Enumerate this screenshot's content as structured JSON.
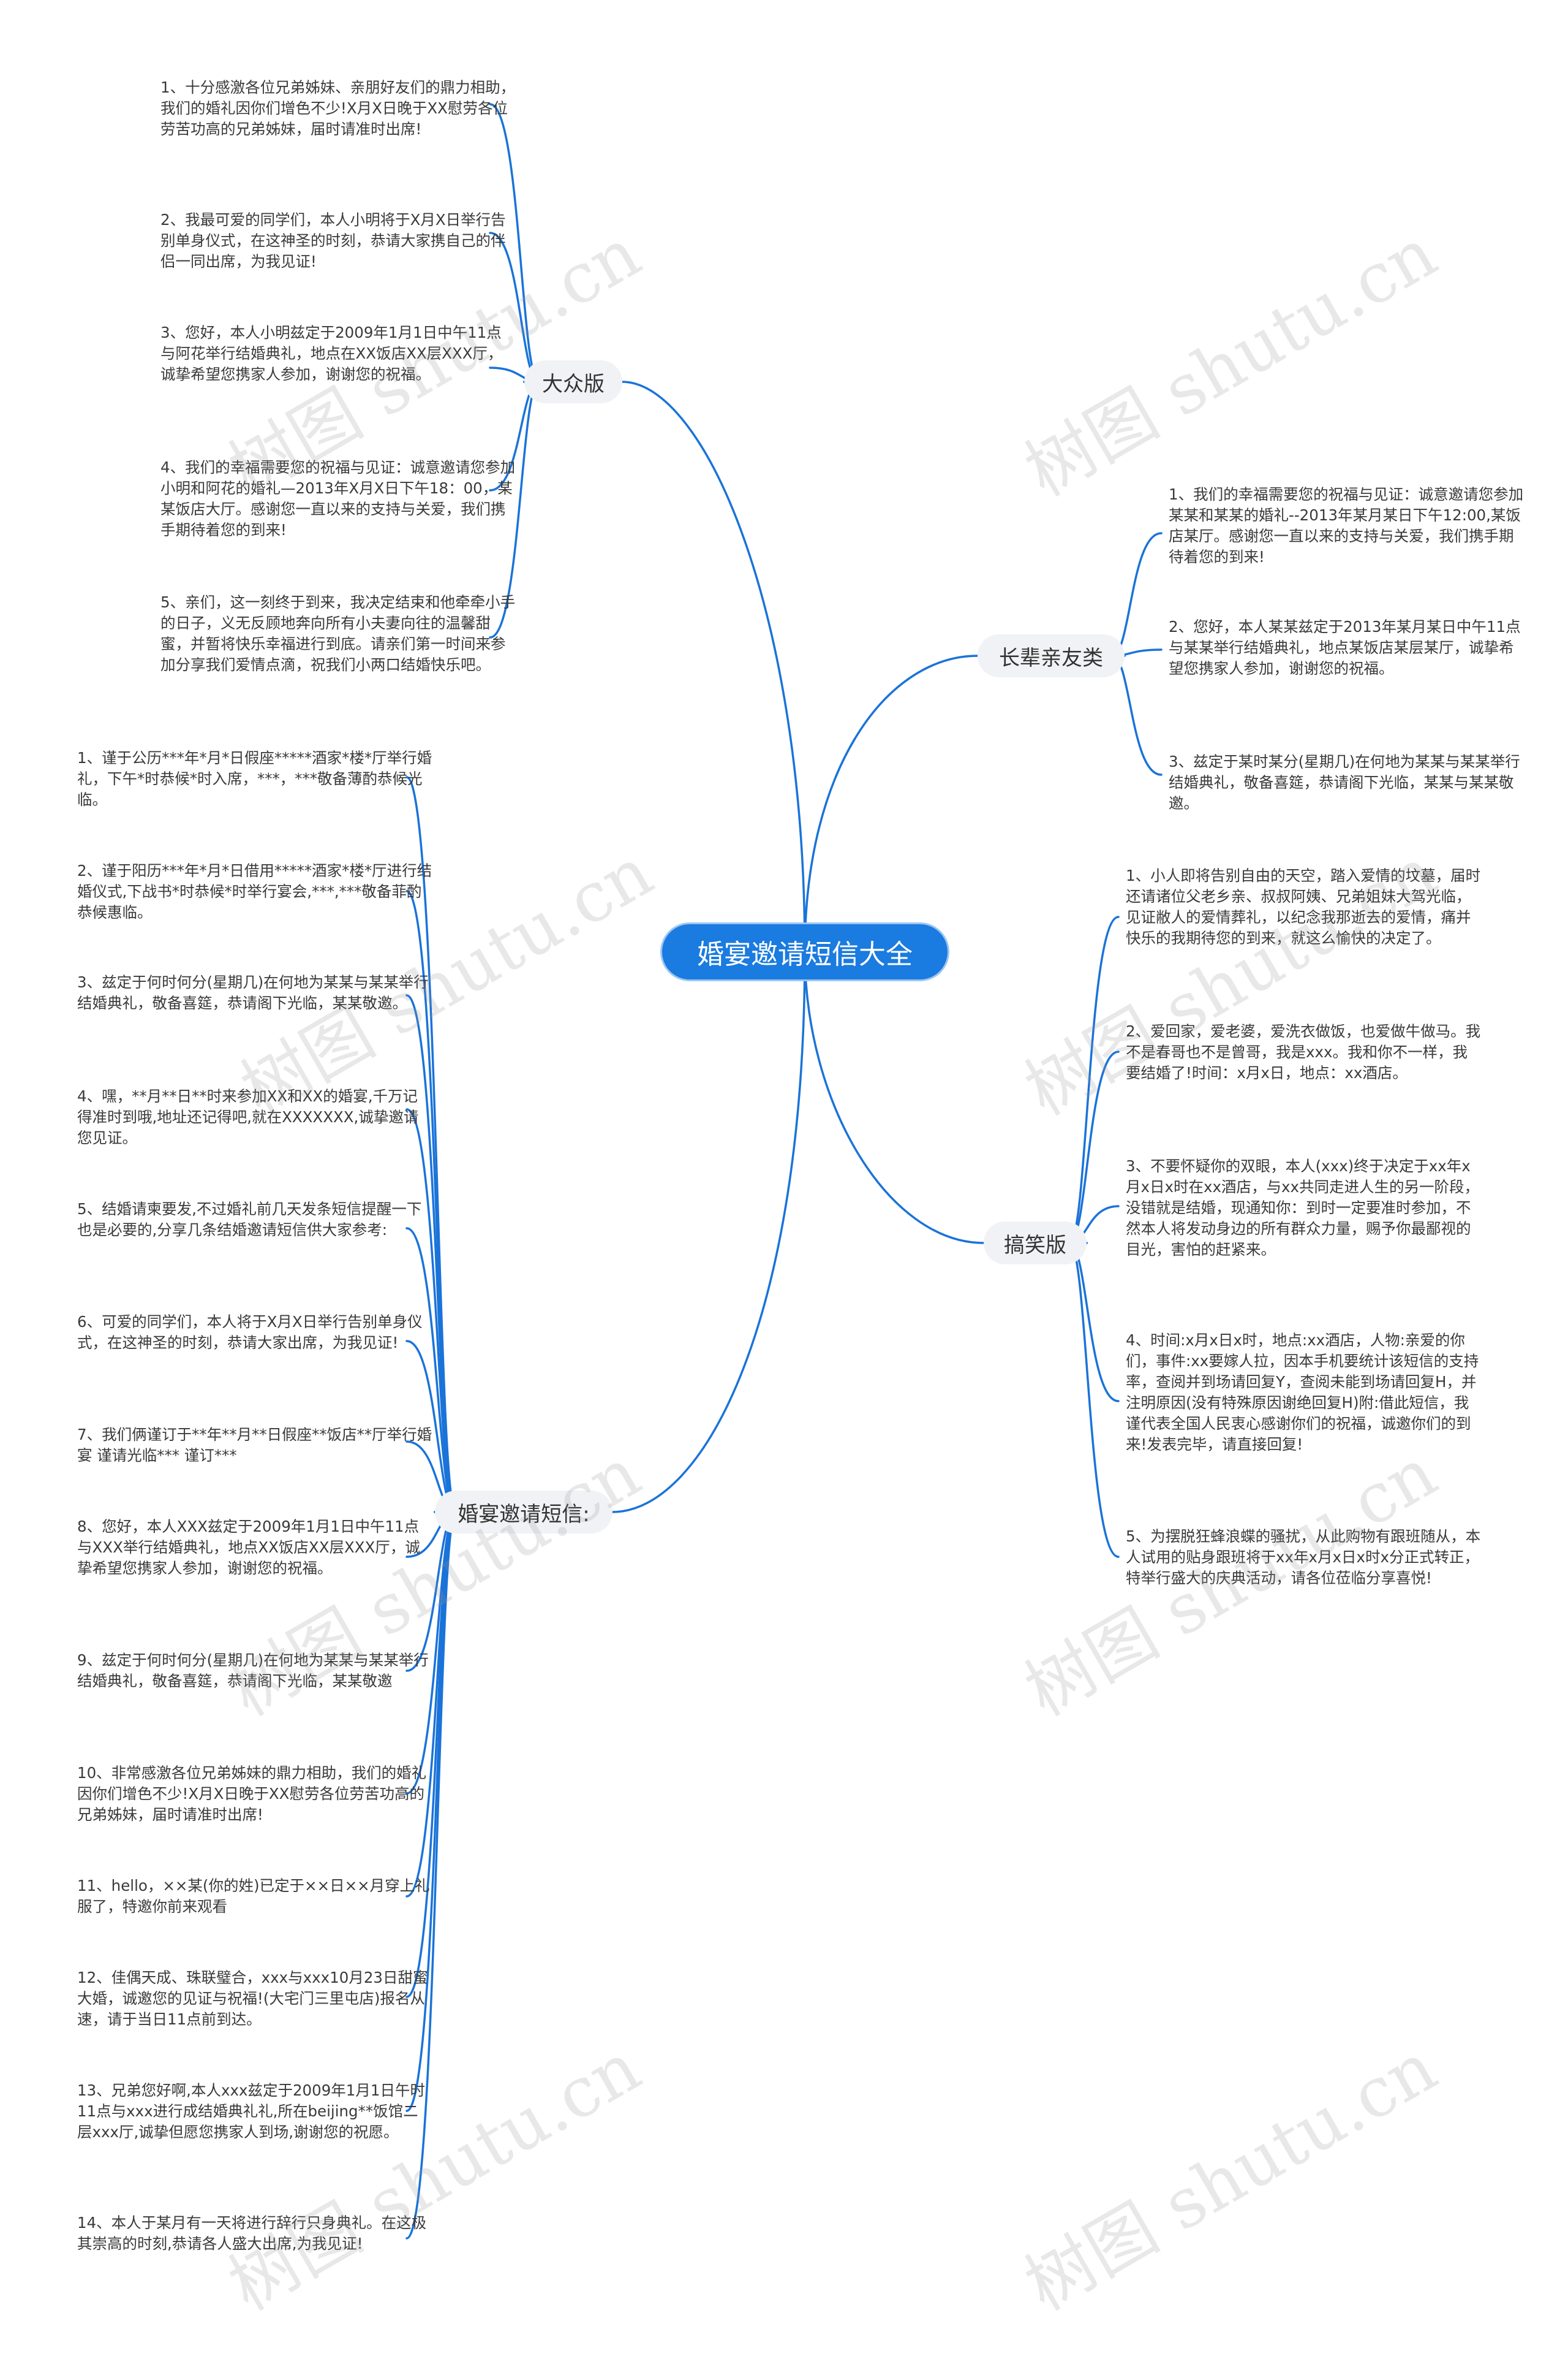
{
  "root": {
    "title": "婚宴邀请短信大全"
  },
  "watermark": "树图 shutu.cn",
  "colors": {
    "line": "#1a73d9",
    "root_fill": "#1a7be0",
    "branch_fill": "#f0f2f5"
  },
  "branches": {
    "dazhong": {
      "label": "大众版",
      "items": [
        "1、十分感激各位兄弟姊妹、亲朋好友们的鼎力相助，我们的婚礼因你们增色不少!X月X日晚于XX慰劳各位劳苦功高的兄弟姊妹，届时请准时出席!",
        "2、我最可爱的同学们，本人小明将于X月X日举行告别单身仪式，在这神圣的时刻，恭请大家携自己的伴侣一同出席，为我见证!",
        "3、您好，本人小明兹定于2009年1月1日中午11点与阿花举行结婚典礼，地点在XX饭店XX层XXX厅，诚挚希望您携家人参加，谢谢您的祝福。",
        "4、我们的幸福需要您的祝福与见证：诚意邀请您参加小明和阿花的婚礼—2013年X月X日下午18：00，某某饭店大厅。感谢您一直以来的支持与关爱，我们携手期待着您的到来!",
        "5、亲们，这一刻终于到来，我决定结束和他牵牵小手的日子，义无反顾地奔向所有小夫妻向往的温馨甜蜜，并暂将快乐幸福进行到底。请亲们第一时间来参加分享我们爱情点滴，祝我们小两口结婚快乐吧。"
      ]
    },
    "changbei": {
      "label": "长辈亲友类",
      "items": [
        "1、我们的幸福需要您的祝福与见证：诚意邀请您参加某某和某某的婚礼--2013年某月某日下午12:00,某饭店某厅。感谢您一直以来的支持与关爱，我们携手期待着您的到来!",
        "2、您好，本人某某兹定于2013年某月某日中午11点与某某举行结婚典礼，地点某饭店某层某厅，诚挚希望您携家人参加，谢谢您的祝福。",
        "3、兹定于某时某分(星期几)在何地为某某与某某举行结婚典礼，敬备喜筵，恭请阁下光临，某某与某某敬邀。"
      ]
    },
    "gaoxiao": {
      "label": "搞笑版",
      "items": [
        "1、小人即将告别自由的天空，踏入爱情的坟墓，届时还请诸位父老乡亲、叔叔阿姨、兄弟姐妹大驾光临，见证敝人的爱情葬礼，以纪念我那逝去的爱情，痛并快乐的我期待您的到来，就这么愉快的决定了。",
        "2、爱回家，爱老婆，爱洗衣做饭，也爱做牛做马。我不是春哥也不是曾哥，我是xxx。我和你不一样，我要结婚了!时间：x月x日，地点：xx酒店。",
        "3、不要怀疑你的双眼，本人(xxx)终于决定于xx年x月x日x时在xx酒店，与xx共同走进人生的另一阶段，没错就是结婚，现通知你：到时一定要准时参加，不然本人将发动身边的所有群众力量，赐予你最鄙视的目光，害怕的赶紧来。",
        "4、时间:x月x日x时，地点:xx酒店，人物:亲爱的你们，事件:xx要嫁人拉，因本手机要统计该短信的支持率，查阅并到场请回复Y，查阅未能到场请回复H，并注明原因(没有特殊原因谢绝回复H)附:借此短信，我谨代表全国人民衷心感谢你们的祝福，诚邀你们的到来!发表完毕，请直接回复!",
        "5、为摆脱狂蜂浪蝶的骚扰，从此购物有跟班随从，本人试用的贴身跟班将于xx年x月x日x时x分正式转正，特举行盛大的庆典活动，请各位莅临分享喜悦!"
      ]
    },
    "hunyan": {
      "label": "婚宴邀请短信:",
      "items": [
        "1、谨于公历***年*月*日假座*****酒家*楼*厅举行婚礼，下午*时恭候*时入席，***，***敬备薄酌恭候光临。",
        "2、谨于阳历***年*月*日借用*****酒家*楼*厅进行结婚仪式,下战书*时恭候*时举行宴会,***,***敬备菲酌恭候惠临。",
        "3、兹定于何时何分(星期几)在何地为某某与某某举行结婚典礼，敬备喜筵，恭请阁下光临，某某敬邀。",
        "4、嘿，**月**日**时来参加XX和XX的婚宴,千万记得准时到哦,地址还记得吧,就在XXXXXXX,诚挚邀请您见证。",
        "5、结婚请柬要发,不过婚礼前几天发条短信提醒一下也是必要的,分享几条结婚邀请短信供大家参考:",
        "6、可爱的同学们，本人将于X月X日举行告别单身仪式，在这神圣的时刻，恭请大家出席，为我见证!",
        "7、我们俩谨订于**年**月**日假座**饭店**厅举行婚宴 谨请光临*** 谨订***",
        "8、您好，本人XXX兹定于2009年1月1日中午11点与XXX举行结婚典礼，地点XX饭店XX层XXX厅，诚挚希望您携家人参加，谢谢您的祝福。",
        "9、兹定于何时何分(星期几)在何地为某某与某某举行结婚典礼，敬备喜筵，恭请阁下光临，某某敬邀",
        "10、非常感激各位兄弟姊妹的鼎力相助，我们的婚礼因你们增色不少!X月X日晚于XX慰劳各位劳苦功高的兄弟姊妹，届时请准时出席!",
        "11、hello，××某(你的姓)已定于××日××月穿上礼服了，特邀你前来观看",
        "12、佳偶天成、珠联璧合，xxx与xxx10月23日甜蜜大婚，诚邀您的见证与祝福!(大宅门三里屯店)报名从速，请于当日11点前到达。",
        "13、兄弟您好啊,本人xxx兹定于2009年1月1日午时11点与xxx进行成结婚典礼礼,所在beijing**饭馆二层xxx厅,诚挚但愿您携家人到场,谢谢您的祝愿。",
        "14、本人于某月有一天将进行辞行只身典礼。在这极其崇高的时刻,恭请各人盛大出席,为我见证!"
      ]
    }
  }
}
